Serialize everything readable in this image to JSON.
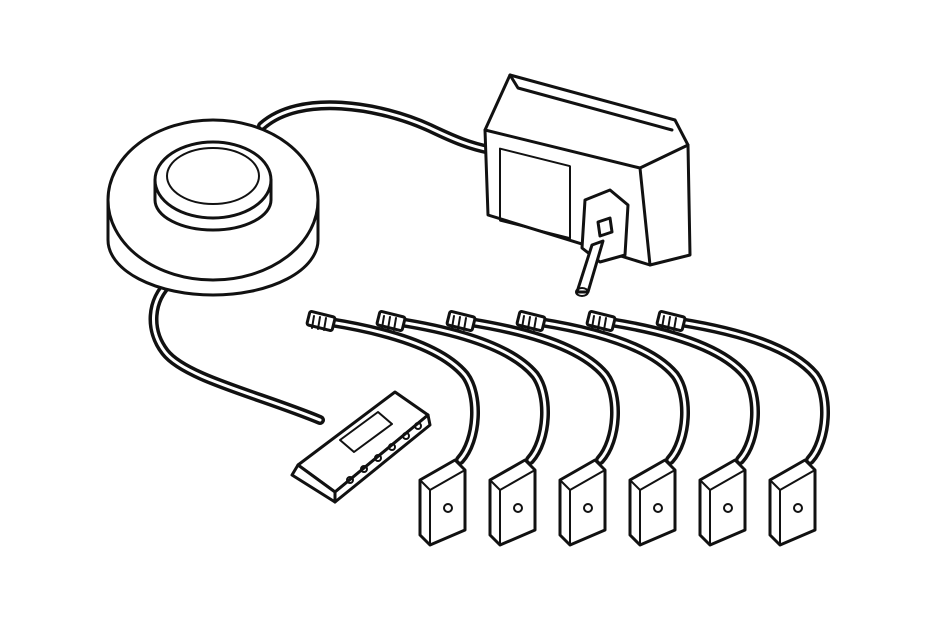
{
  "figure": {
    "components": [
      "power-adapter",
      "switch",
      "distributor-block",
      "led-light-x6"
    ],
    "light_count": 6,
    "colors": {
      "ink": "#111111",
      "paper": "#ffffff"
    }
  }
}
